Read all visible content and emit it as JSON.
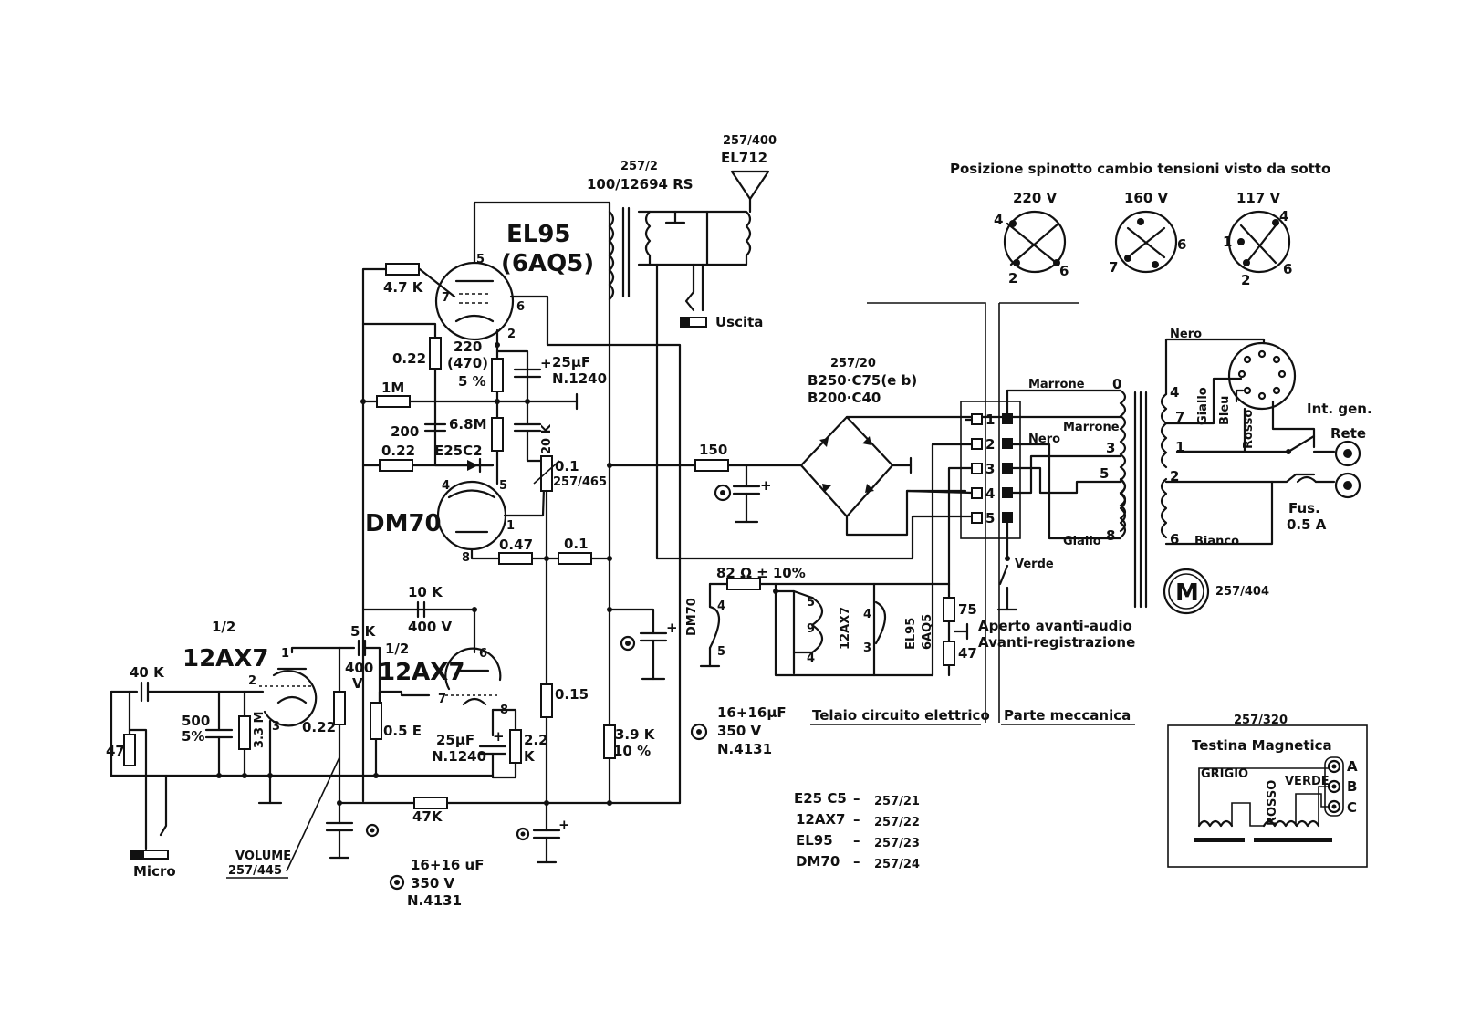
{
  "tubes": {
    "el95": {
      "name": "EL95",
      "alt": "(6AQ5)"
    },
    "dm70": {
      "name": "DM70"
    },
    "v1": {
      "half": "1/2",
      "name": "12AX7"
    },
    "v2": {
      "half": "1/2",
      "name": "12AX7"
    }
  },
  "output_transformer": {
    "code": "257/2",
    "part": "100/12694 RS"
  },
  "speaker": {
    "code": "257/400",
    "part": "EL712",
    "output_label": "Uscita"
  },
  "voltage_selector": {
    "title": "Posizione spinotto cambio tensioni   visto da sotto",
    "positions": [
      {
        "label": "220 V",
        "pins": [
          "4",
          "2",
          "6"
        ]
      },
      {
        "label": "160 V",
        "pins": [
          "7",
          "6"
        ]
      },
      {
        "label": "117 V",
        "pins": [
          "4",
          "1",
          "2",
          "6"
        ]
      }
    ]
  },
  "rectifier": {
    "code": "257/20",
    "line1": "B250·C75(e b)",
    "line2": "B200·C40"
  },
  "power_transformer": {
    "wires": {
      "marrone1": "Marrone",
      "marrone2": "Marrone",
      "nero": "Nero",
      "giallo": "Giallo",
      "verde": "Verde",
      "bianco": "Bianco",
      "nero2": "Nero",
      "giallo2": "Giallo",
      "bleu": "Bleu",
      "rosso": "Rosso"
    },
    "taps": {
      "t0": "0",
      "t3": "3",
      "t5": "5",
      "t8": "8",
      "t4": "4",
      "t7": "7",
      "t1": "1",
      "t2": "2",
      "t6": "6"
    },
    "int_gen": "Int. gen.",
    "rete": "Rete",
    "fuse_line1": "Fus.",
    "fuse_line2": "0.5 A"
  },
  "motor": {
    "symbol": "M",
    "code": "257/404"
  },
  "switch": {
    "pins": [
      "1",
      "2",
      "3",
      "4",
      "5"
    ],
    "note1": "Aperto avanti-audio",
    "note2": "Avanti-registrazione"
  },
  "sections": {
    "left": "Telaio circuito elettrico",
    "right": "Parte meccanica"
  },
  "head": {
    "code": "257/320",
    "title": "Testina Magnetica",
    "grigio": "GRIGIO",
    "rosso": "ROSSO",
    "verde": "VERDE",
    "terminals": [
      "A",
      "B",
      "C"
    ]
  },
  "components": {
    "r_4k7": "4.7 K",
    "r_022a": "0.22",
    "r_1m": "1M",
    "c_200": "200",
    "r_68m": "6.8M",
    "r_022b": "0.22",
    "d_e25c2": "E25C2",
    "r_220_l1": "220",
    "r_220_l2": "(470)",
    "r_220_l3": "5 %",
    "c_25uf_l1": "25µF",
    "c_25uf_l2": "N.1240",
    "r_20k": "20 K",
    "pot_01_l1": "0.1",
    "pot_01_l2": "257/465",
    "r_047": "0.47",
    "r_01": "0.1",
    "r_150": "150",
    "c_10k": "10 K",
    "c_10k_v": "400 V",
    "c_5k": "5 K",
    "c_5k_v1": "400",
    "c_5k_v2": "V",
    "c_40k": "40 K",
    "c_500_l1": "500",
    "c_500_l2": "5%",
    "r_33m": "3.3 M",
    "r_022c": "0.22",
    "pot_vol": "0.5 E",
    "c_25uf2_l1": "25µF",
    "c_25uf2_l2": "N.1240",
    "r_22k_l1": "2.2",
    "r_22k_l2": "K",
    "r_015": "0.15",
    "r_39k_l1": "3.9 K",
    "r_39k_l2": "10 %",
    "r_47k": "47K",
    "r_47": "47",
    "volume_l1": "VOLUME",
    "volume_l2": "257/445",
    "micro": "Micro",
    "cap_a_l1": "16+16µF",
    "cap_a_l2": "350 V",
    "cap_a_l3": "N.4131",
    "cap_b_l1": "16+16 uF",
    "cap_b_l2": "350 V",
    "cap_b_l3": "N.4131",
    "r_82": "82 Ω ± 10%",
    "r_75": "75",
    "r_47b": "47"
  },
  "heaters": {
    "dm70": "DM70",
    "ax7": "12AX7",
    "el95_1": "EL95",
    "el95_2": "6AQ5",
    "pins": [
      "4",
      "5",
      "5",
      "9",
      "4",
      "4",
      "3"
    ]
  },
  "tube_pins": {
    "el95": [
      "5",
      "7",
      "6",
      "2"
    ],
    "dm70": [
      "4",
      "5",
      "1",
      "8"
    ],
    "v1": [
      "1",
      "2",
      "3"
    ],
    "v2": [
      "6",
      "7",
      "8"
    ]
  },
  "parts_list": [
    {
      "tube": "E25 C5",
      "code": "257/21"
    },
    {
      "tube": "12AX7",
      "code": "257/22"
    },
    {
      "tube": "EL95",
      "code": "257/23"
    },
    {
      "tube": "DM70",
      "code": "257/24"
    }
  ]
}
